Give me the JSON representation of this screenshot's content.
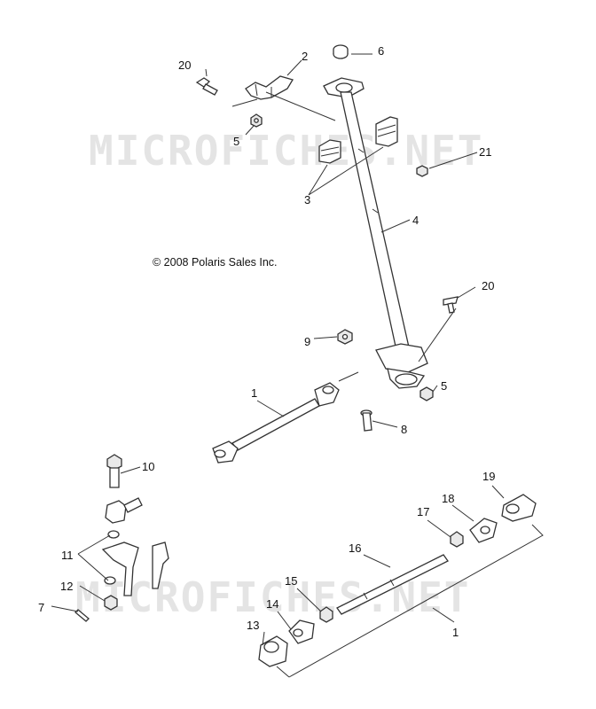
{
  "watermark": "MICROFICHES.NET",
  "copyright": "© 2008 Polaris Sales Inc.",
  "callouts": {
    "c20a": "20",
    "c2": "2",
    "c6": "6",
    "c5a": "5",
    "c21": "21",
    "c3": "3",
    "c4": "4",
    "c20b": "20",
    "c9": "9",
    "c5b": "5",
    "c1a": "1",
    "c8": "8",
    "c10": "10",
    "c11": "11",
    "c12": "12",
    "c7": "7",
    "c19": "19",
    "c18": "18",
    "c17": "17",
    "c16": "16",
    "c15": "15",
    "c14": "14",
    "c13": "13",
    "c1b": "1"
  }
}
